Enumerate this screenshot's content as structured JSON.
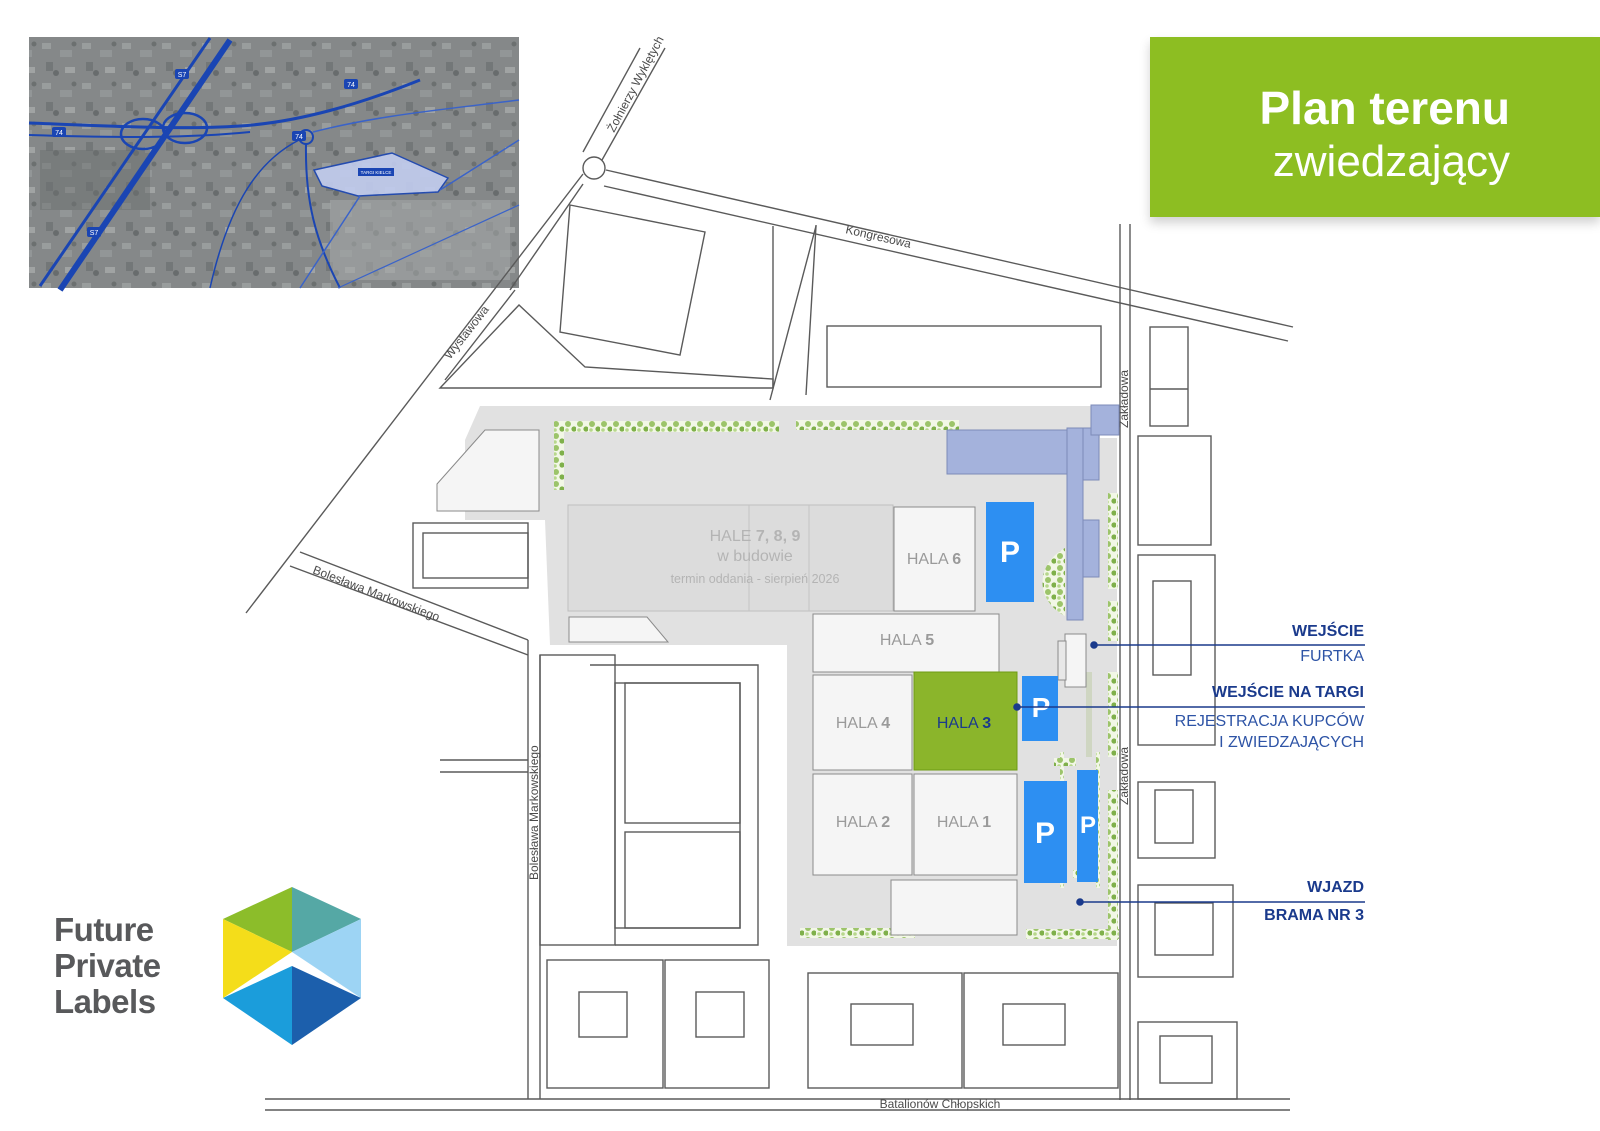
{
  "header": {
    "title": "Plan terenu",
    "subtitle": "zwiedzający"
  },
  "streets": {
    "zolnierzy": "Żołnierzy Wyklętych",
    "kongresowa": "Kongresowa",
    "wystawowa": "Wystawowa",
    "markowskiego_diag": "Bolesława Markowskiego",
    "markowskiego_vert": "Bolesława Markowskiego",
    "zakladowa_top": "Zakładowa",
    "zakladowa_mid": "Zakładowa",
    "batalionow": "Batalionów Chłopskich"
  },
  "halls": {
    "h789_title_prefix": "HALE ",
    "h789_title_nums": "7, 8, 9",
    "h789_status": "w budowie",
    "h789_date": "termin oddania - sierpień 2026",
    "h6_prefix": "HALA ",
    "h6_num": "6",
    "h5_prefix": "HALA ",
    "h5_num": "5",
    "h4_prefix": "HALA ",
    "h4_num": "4",
    "h3_prefix": "HALA ",
    "h3_num": "3",
    "h2_prefix": "HALA ",
    "h2_num": "2",
    "h1_prefix": "HALA ",
    "h1_num": "1"
  },
  "parking_label": "P",
  "callouts": {
    "wejscie": "WEJŚCIE",
    "furtka": "FURTKA",
    "wejscie_targi": "WEJŚCIE NA TARGI",
    "rejestracja_1": "REJESTRACJA KUPCÓW",
    "rejestracja_2": "I ZWIEDZAJĄCYCH",
    "wjazd": "WJAZD",
    "brama": "BRAMA NR 3"
  },
  "aerial": {
    "road_74_a": "74",
    "road_74_b": "74",
    "road_74_c": "74",
    "road_s7_a": "S7",
    "road_s7_b": "S7",
    "venue_label": "TARGI KIELCE"
  },
  "logo": {
    "line1": "Future",
    "line2": "Private",
    "line3": "Labels"
  },
  "colors": {
    "accent_green": "#8dbe22",
    "hall3_green": "#8bb52b",
    "parking_blue": "#2d8ff2",
    "service_blue": "#a4b2dc",
    "callout_blue": "#1a3a8c",
    "grounds_gray": "#e1e1e1"
  }
}
